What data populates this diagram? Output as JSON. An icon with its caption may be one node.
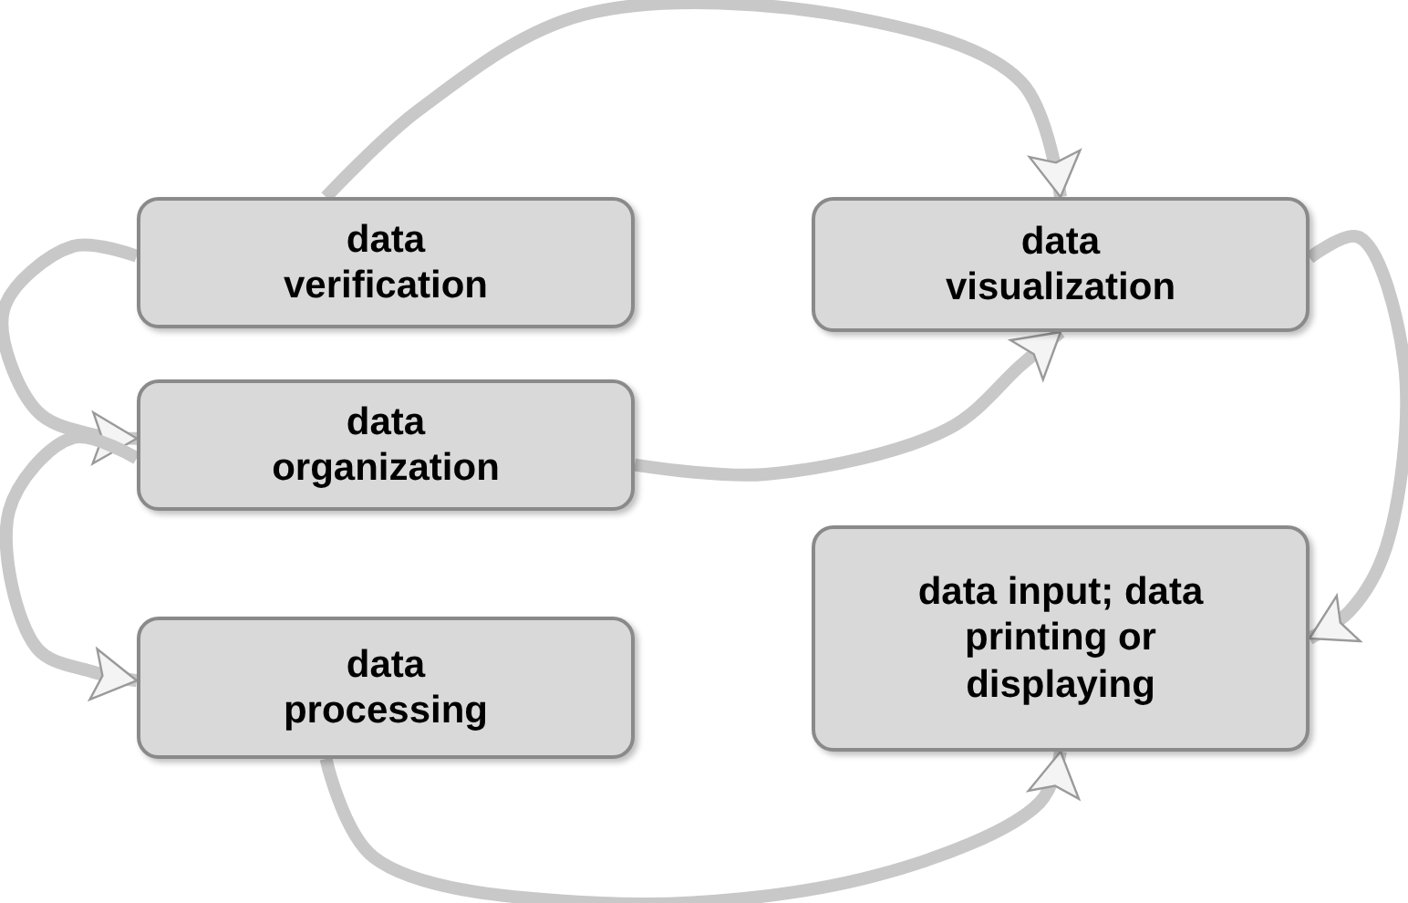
{
  "diagram": {
    "nodes": [
      {
        "text": [
          "data verification"
        ]
      },
      {
        "text": [
          "data visualization"
        ]
      },
      {
        "text": [
          "data organization"
        ]
      },
      {
        "text": [
          "data input; data printing or displaying"
        ]
      },
      {
        "text": [
          "data processing"
        ]
      }
    ],
    "edges": [
      {
        "from": 0,
        "to": 1,
        "arrow": "to"
      },
      {
        "from": 0,
        "to": 2,
        "arrow": "to"
      },
      {
        "from": 2,
        "to": 1,
        "arrow": "to"
      },
      {
        "from": 1,
        "to": 3,
        "arrow": "to"
      },
      {
        "from": 2,
        "to": 4,
        "arrow": "to"
      },
      {
        "from": 4,
        "to": 3,
        "arrow": "to"
      }
    ]
  }
}
